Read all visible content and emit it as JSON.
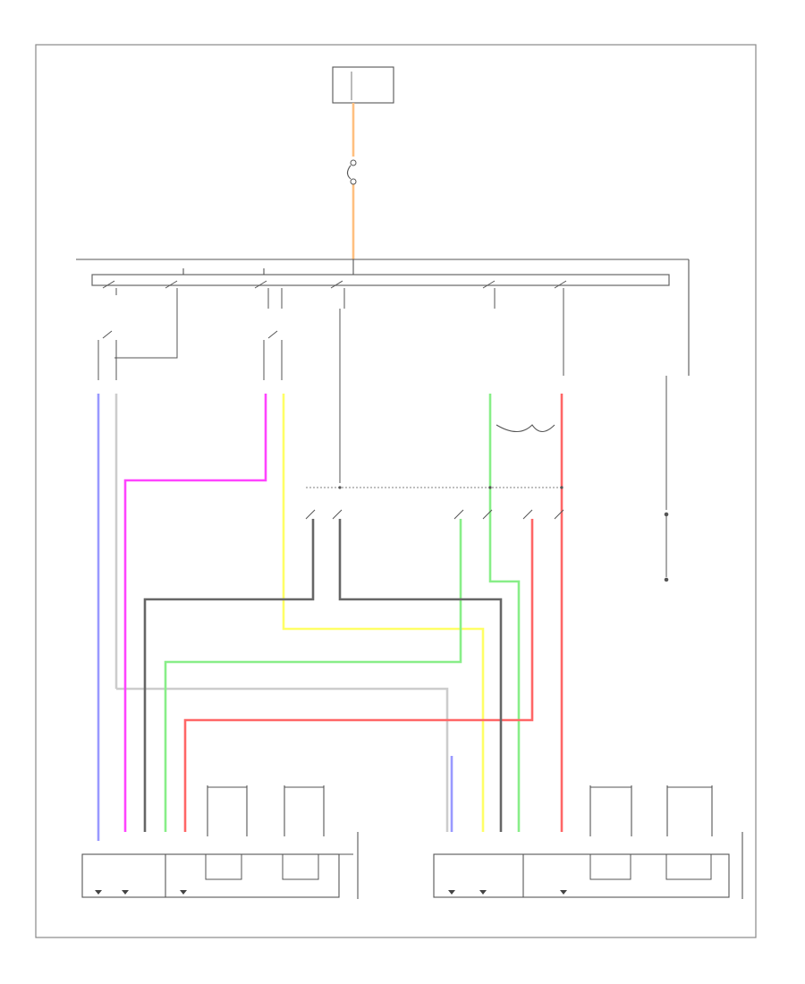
{
  "diagram": {
    "blocks": [
      {
        "id": "top-fuse-box",
        "label": "",
        "sublabel": ""
      },
      {
        "id": "left-mirror-switch",
        "label": ""
      },
      {
        "id": "right-mirror-switch",
        "label": ""
      },
      {
        "id": "left-mirror-assembly",
        "label": ""
      },
      {
        "id": "right-mirror-assembly",
        "label": ""
      }
    ],
    "figure_id": ""
  },
  "wire_colors": {
    "orange": "#ffbf80",
    "blue": "#9999ff",
    "magenta": "#ff44ff",
    "yellow": "#ffff66",
    "green": "#88ee88",
    "red": "#ff6666",
    "black": "#666666",
    "gray": "#cccccc"
  },
  "icons": [
    "ground-symbol",
    "switch-contact",
    "motor-coil",
    "connector-pin"
  ]
}
